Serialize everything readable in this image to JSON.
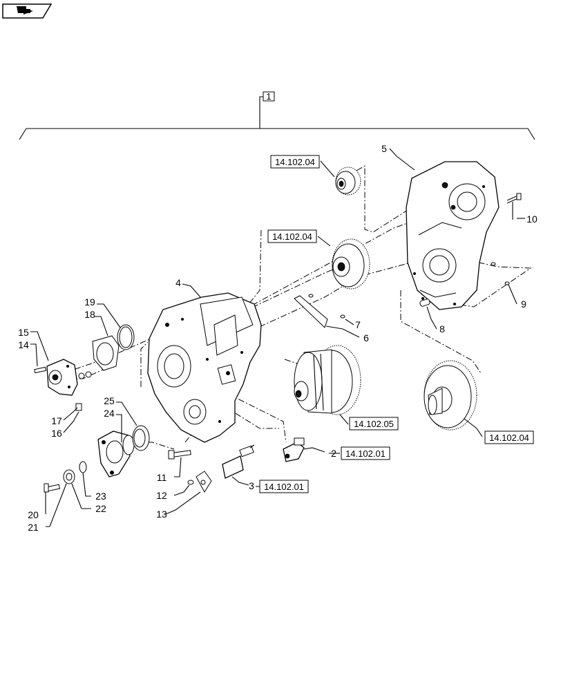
{
  "nav_icon": "next-page-arrow-icon",
  "assembly_label": "1",
  "references": {
    "r1": "14.102.04",
    "r2": "14.102.04",
    "r3": "14.102.05",
    "r4": "14.102.04",
    "r5": "14.102.01",
    "r6": "14.102.01"
  },
  "callouts": {
    "c2": "2",
    "c3": "3",
    "c4": "4",
    "c5": "5",
    "c6": "6",
    "c7": "7",
    "c8": "8",
    "c9": "9",
    "c10": "10",
    "c11": "11",
    "c12": "12",
    "c13": "13",
    "c14": "14",
    "c15": "15",
    "c16": "16",
    "c17": "17",
    "c18": "18",
    "c19": "19",
    "c20": "20",
    "c21": "21",
    "c22": "22",
    "c23": "23",
    "c24": "24",
    "c25": "25"
  }
}
